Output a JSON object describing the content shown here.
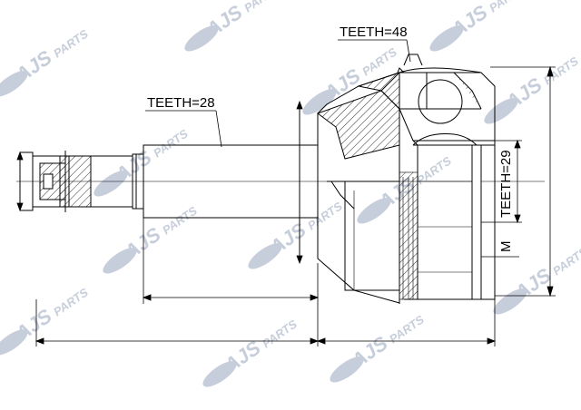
{
  "watermark": {
    "brand": "AJS",
    "suffix": "PARTS"
  },
  "labels": {
    "teeth_left": "TEETH=28",
    "teeth_top": "TEETH=48",
    "teeth_right": "TEETH=29",
    "m": "M"
  }
}
